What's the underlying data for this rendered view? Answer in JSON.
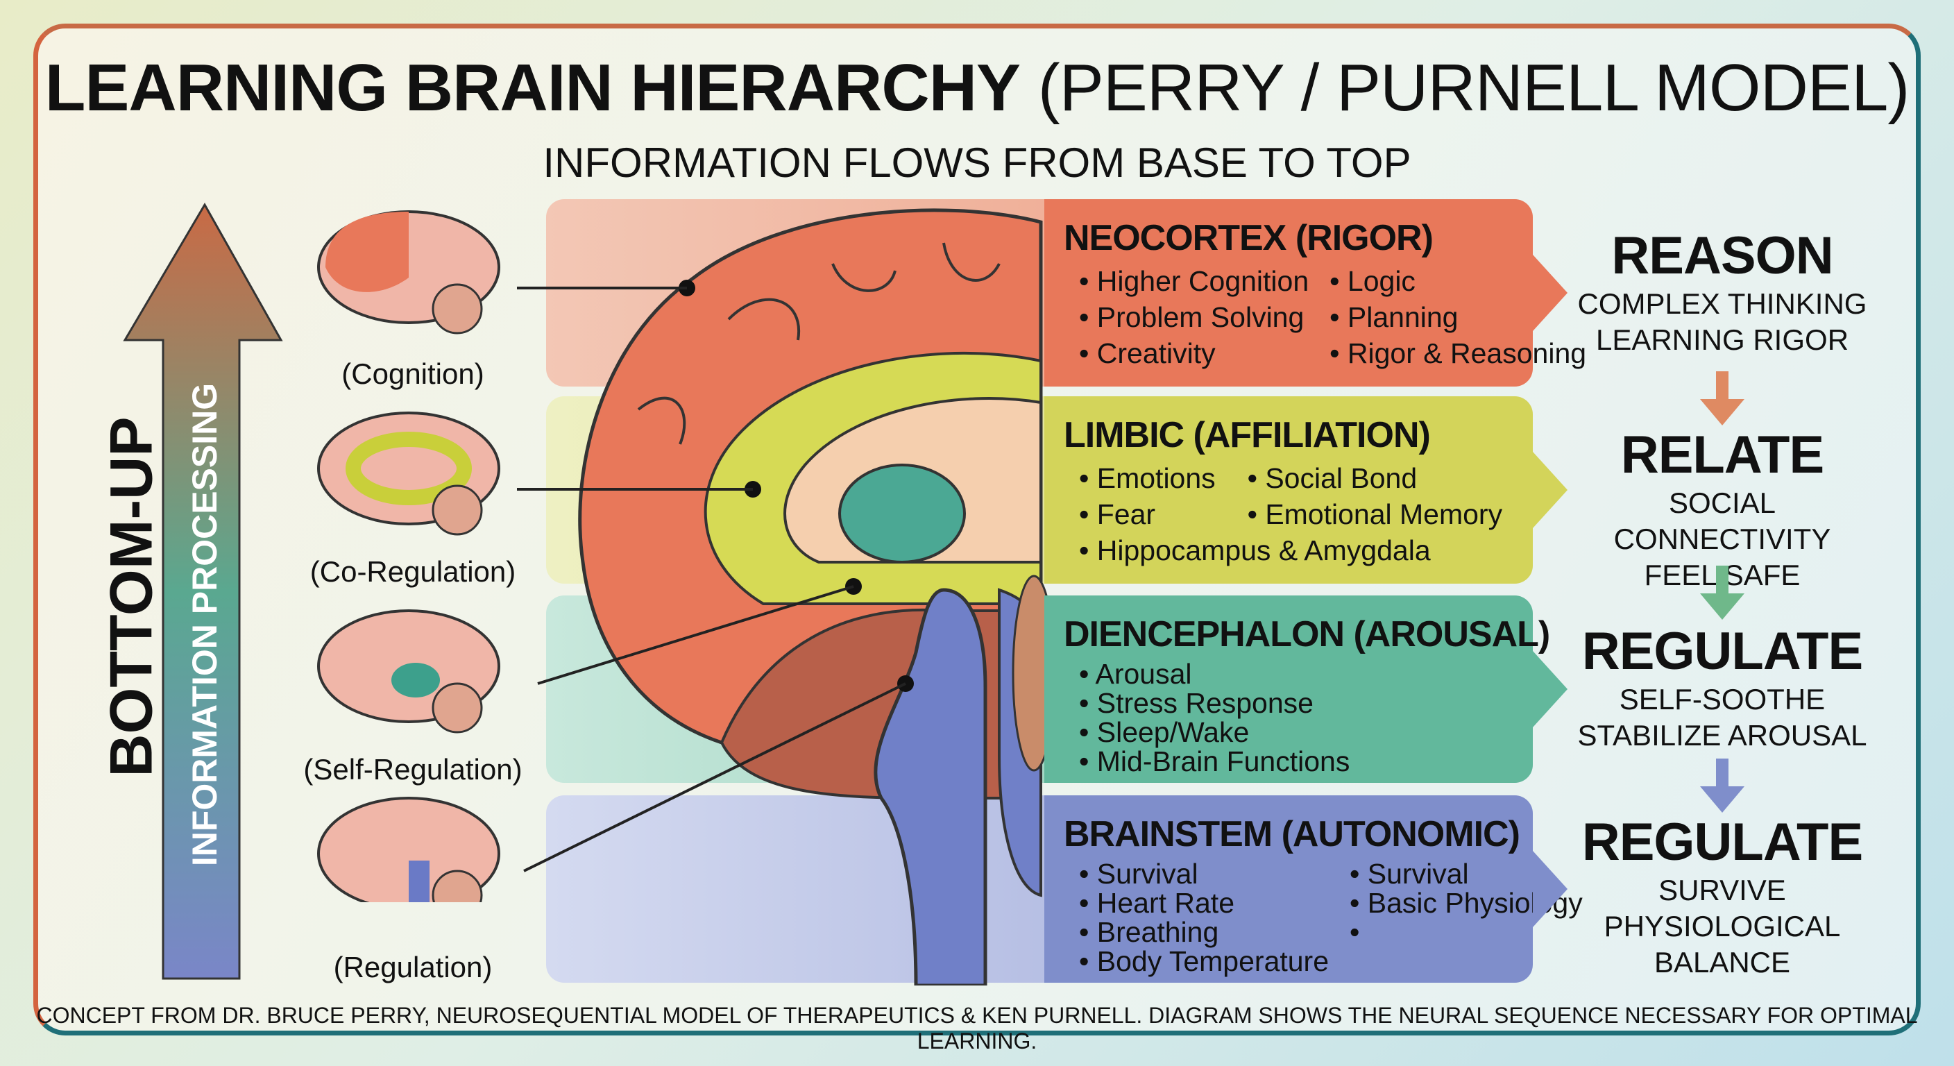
{
  "title": {
    "bold": "LEARNING BRAIN HIERARCHY",
    "rest": "(PERRY / PURNELL MODEL)"
  },
  "subtitle": "INFORMATION FLOWS FROM BASE TO TOP",
  "side_arrow": {
    "main": "BOTTOM-UP",
    "secondary": "INFORMATION PROCESSING"
  },
  "small_brains": [
    {
      "label": "(Cognition)"
    },
    {
      "label": "(Co-Regulation)"
    },
    {
      "label": "(Self-Regulation)"
    },
    {
      "label": "(Regulation)"
    }
  ],
  "levels": [
    {
      "name": "NEOCORTEX",
      "tag": "(RIGOR)",
      "color": "#e8785a",
      "items": [
        "Higher Cognition",
        "Logic",
        "Problem Solving",
        "Planning",
        "Creativity",
        "Rigor & Reasoning"
      ],
      "outcome": "REASON",
      "outcome_lines": [
        "COMPLEX THINKING",
        "LEARNING RIGOR"
      ]
    },
    {
      "name": "LIMBIC",
      "tag": "(AFFILIATION)",
      "color": "#d3d45a",
      "items": [
        "Emotions",
        "Social Bond",
        "Fear",
        "Emotional Memory",
        "Hippocampus & Amygdala"
      ],
      "outcome": "RELATE",
      "outcome_lines": [
        "SOCIAL CONNECTIVITY",
        "FEEL SAFE"
      ]
    },
    {
      "name": "DIENCEPHALON",
      "tag": "(AROUSAL)",
      "color": "#62b89c",
      "items": [
        "Arousal",
        "Stress Response",
        "Sleep/Wake",
        "Mid-Brain Functions"
      ],
      "outcome": "REGULATE",
      "outcome_lines": [
        "SELF-SOOTHE",
        "STABILIZE AROUSAL"
      ]
    },
    {
      "name": "BRAINSTEM",
      "tag": "(AUTONOMIC)",
      "color": "#7f8ecb",
      "items": [
        "Survival",
        "Survival",
        "Heart Rate",
        "Basic Physiology",
        "Breathing",
        "Body Temperature"
      ],
      "outcome": "REGULATE",
      "outcome_lines": [
        "SURVIVE",
        "PHYSIOLOGICAL",
        "BALANCE"
      ]
    }
  ],
  "footer": "CONCEPT FROM DR. BRUCE PERRY, NEUROSEQUENTIAL MODEL OF THERAPEUTICS & KEN PURNELL. DIAGRAM SHOWS THE NEURAL SEQUENCE NECESSARY FOR OPTIMAL LEARNING."
}
